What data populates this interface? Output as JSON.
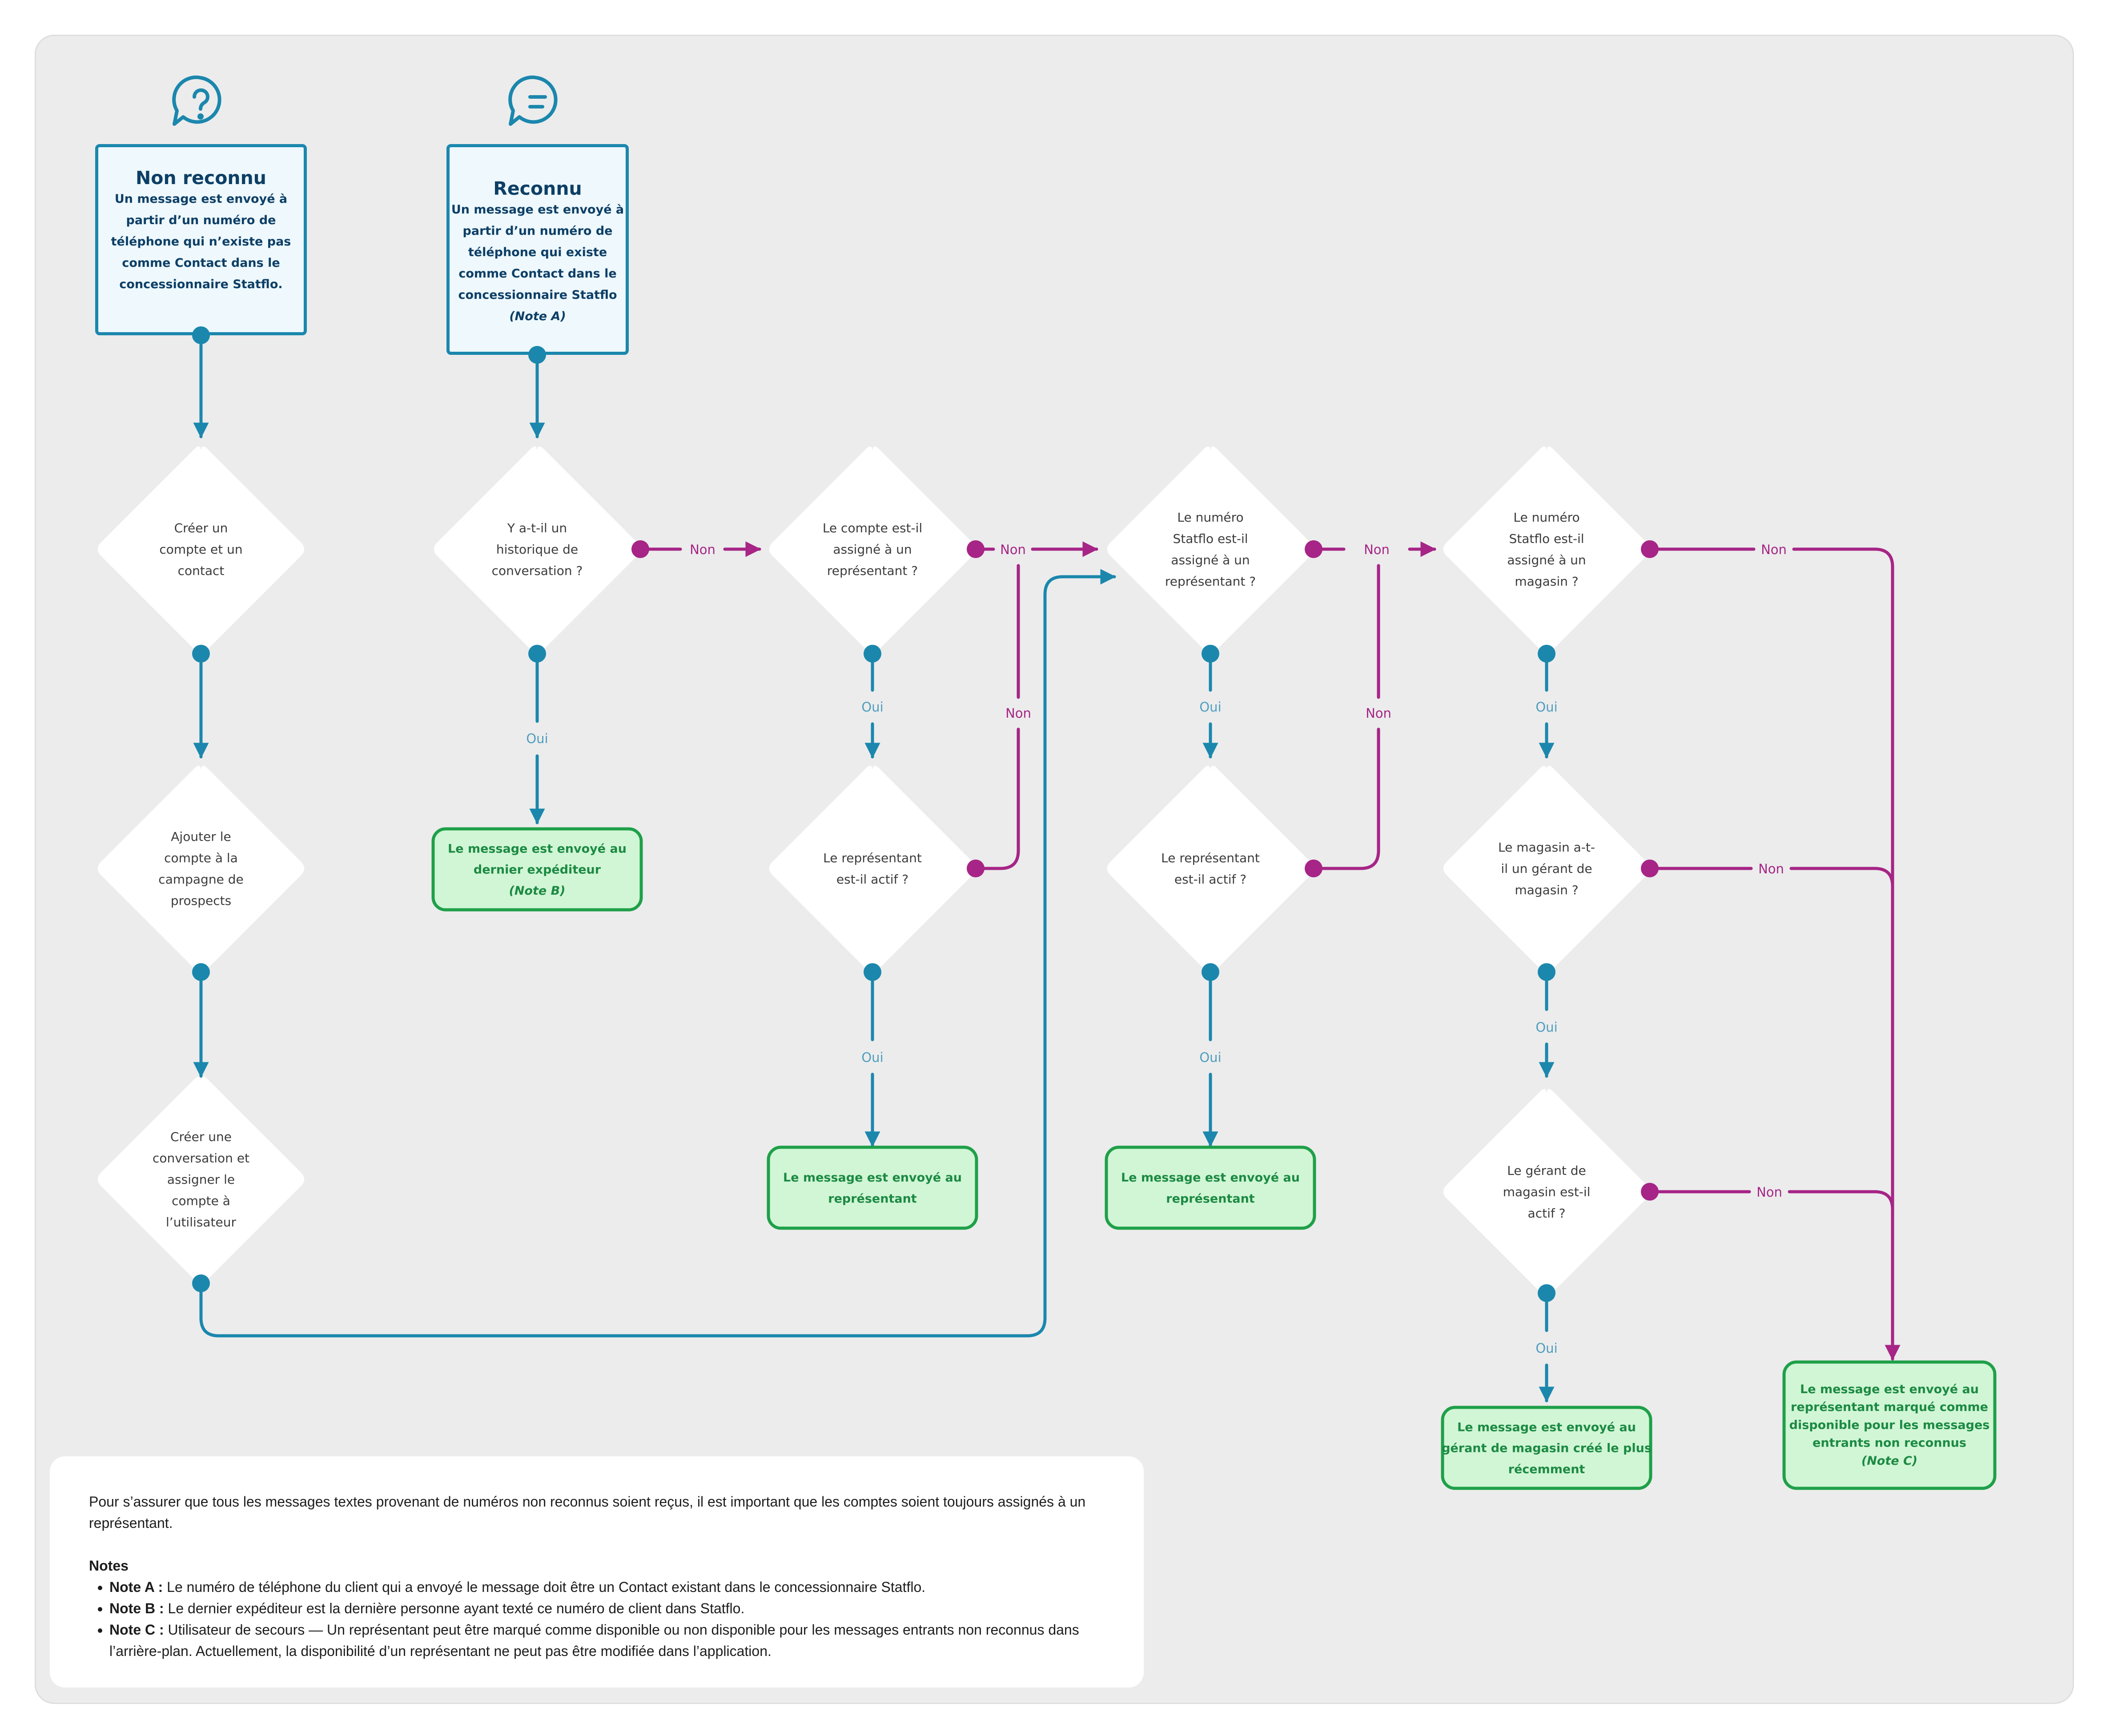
{
  "colors": {
    "board": "#ececec",
    "blue": "#1b87ad",
    "blue_light_fill": "#eef8fd",
    "magenta": "#a62586",
    "green_stroke": "#1fa049",
    "green_fill": "#d1f6d5",
    "green_text": "#1c8a43",
    "dark_text": "#0d3f66"
  },
  "start_boxes": {
    "unknown": {
      "icon": "question-bubble-icon",
      "title": "Non reconnu",
      "lines": [
        "Un message est envoyé à",
        "partir d’un numéro de",
        "téléphone qui n’existe pas",
        "comme Contact dans le",
        "concessionnaire Statflo."
      ]
    },
    "known": {
      "icon": "chat-bubble-icon",
      "title": "Reconnu",
      "lines": [
        "Un message est envoyé à",
        "partir d’un numéro de",
        "téléphone qui existe",
        "comme Contact dans le",
        "concessionnaire Statflo"
      ],
      "note": "(Note A)"
    }
  },
  "decisions": {
    "create_account": [
      "Créer un",
      "compte et un",
      "contact"
    ],
    "add_campaign": [
      "Ajouter le",
      "compte à la",
      "campagne de",
      "prospects"
    ],
    "create_conversation": [
      "Créer une",
      "conversation et",
      "assigner le",
      "compte à",
      "l’utilisateur"
    ],
    "history": [
      "Y a-t-il un",
      "historique de",
      "conversation ?"
    ],
    "account_assigned": [
      "Le compte est-il",
      "assigné à un",
      "représentant ?"
    ],
    "rep_active_1": [
      "Le représentant",
      "est-il actif ?"
    ],
    "number_assigned_rep": [
      "Le numéro",
      "Statflo est-il",
      "assigné à un",
      "représentant ?"
    ],
    "rep_active_2": [
      "Le représentant",
      "est-il actif ?"
    ],
    "number_assigned_store": [
      "Le numéro",
      "Statflo est-il",
      "assigné à un",
      "magasin ?"
    ],
    "store_has_manager": [
      "Le magasin a-t-",
      "il un gérant de",
      "magasin ?"
    ],
    "manager_active": [
      "Le gérant de",
      "magasin est-il",
      "actif ?"
    ]
  },
  "edge_labels": {
    "yes": "Oui",
    "no": "Non"
  },
  "outcomes": {
    "last_sender": {
      "lines": [
        "Le message est envoyé au",
        "dernier expéditeur"
      ],
      "note": "(Note B)"
    },
    "rep_1": {
      "lines": [
        "Le message est envoyé au",
        "représentant"
      ]
    },
    "rep_2": {
      "lines": [
        "Le message est envoyé au",
        "représentant"
      ]
    },
    "manager": {
      "lines": [
        "Le message est envoyé au",
        "gérant de magasin créé le plus",
        "récemment"
      ]
    },
    "fallback": {
      "lines": [
        "Le message est envoyé au",
        "représentant marqué comme",
        "disponible pour les messages",
        "entrants non reconnus"
      ],
      "note": "(Note C)"
    }
  },
  "notes_card": {
    "intro": "Pour s’assurer que tous les messages textes provenant de numéros non reconnus soient reçus, il est important que les comptes soient toujours assignés à un représentant.",
    "heading": "Notes",
    "items": [
      {
        "key": "Note A :",
        "text": " Le numéro de téléphone du client qui a envoyé le message doit être un Contact existant dans le concessionnaire Statflo."
      },
      {
        "key": "Note B :",
        "text": " Le dernier expéditeur est la dernière personne ayant texté ce numéro de client dans Statflo."
      },
      {
        "key": "Note C :",
        "text": " Utilisateur de secours — Un représentant peut être marqué comme disponible ou non disponible pour les messages entrants non reconnus dans l’arrière-plan. Actuellement, la disponibilité d’un représentant ne peut pas être modifiée dans l’application."
      }
    ]
  }
}
